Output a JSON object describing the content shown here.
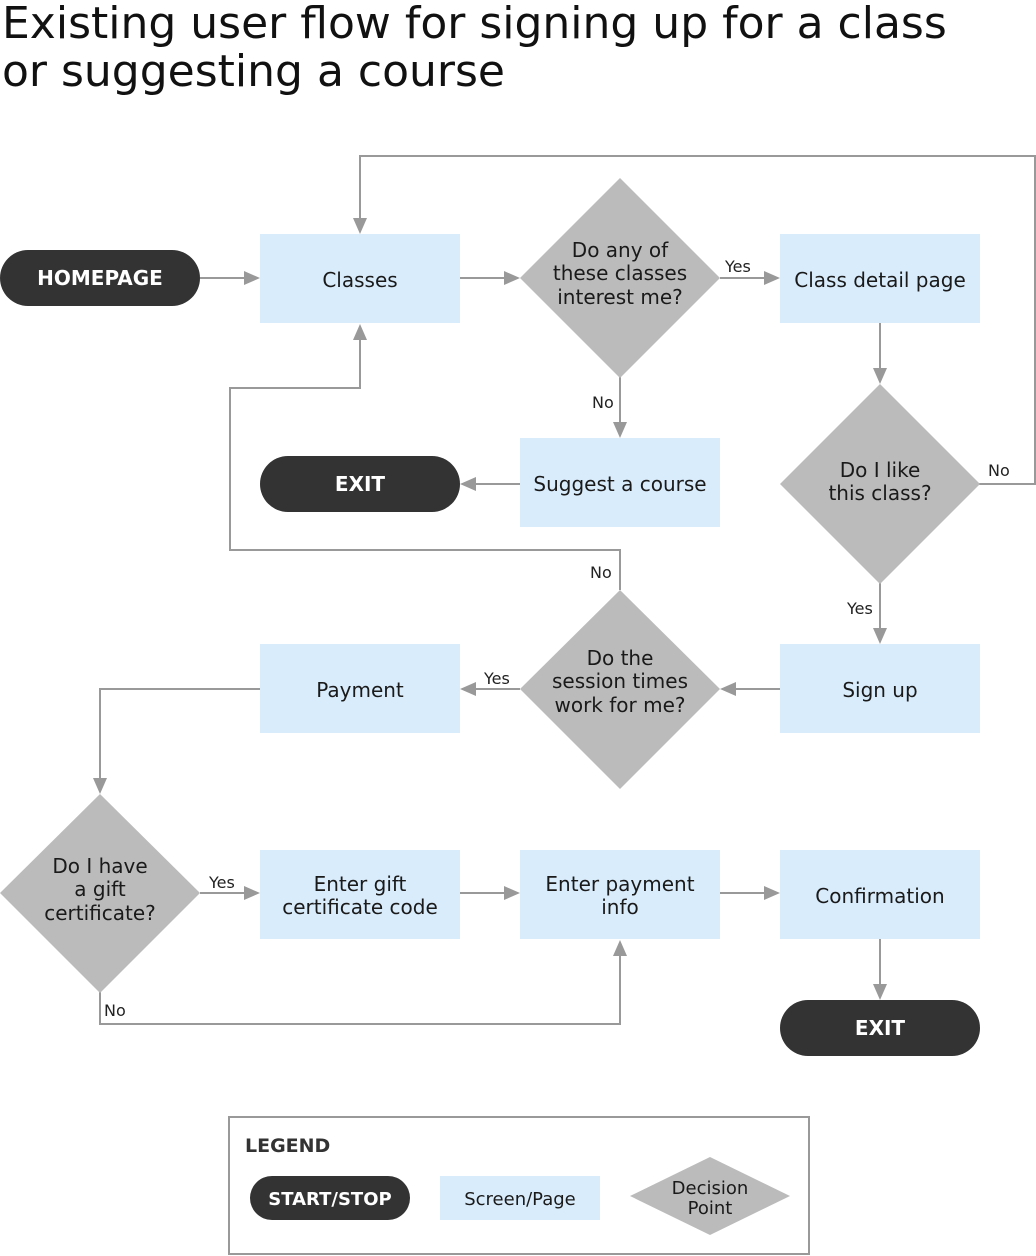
{
  "title": {
    "line1": "Existing user flow for signing up for a class",
    "line2": "or suggesting a course"
  },
  "colors": {
    "terminal": "#333333",
    "screen": "#d9ecfb",
    "decision": "#bbbbbb",
    "connector": "#999999"
  },
  "nodes": {
    "homepage": "HOMEPAGE",
    "classes": "Classes",
    "interest": [
      "Do any of",
      "these classes",
      "interest me?"
    ],
    "class_detail": "Class detail page",
    "suggest": "Suggest a course",
    "exit_top": "EXIT",
    "like_class": [
      "Do I like",
      "this class?"
    ],
    "sign_up": "Sign up",
    "session_times": [
      "Do the",
      "session times",
      "work for me?"
    ],
    "payment": "Payment",
    "gift_cert": [
      "Do I have",
      "a gift",
      "certificate?"
    ],
    "enter_gift": [
      "Enter gift",
      "certificate code"
    ],
    "enter_payment": [
      "Enter payment",
      "info"
    ],
    "confirmation": "Confirmation",
    "exit_bottom": "EXIT"
  },
  "edge_labels": {
    "interest_yes": "Yes",
    "interest_no": "No",
    "like_no": "No",
    "like_yes": "Yes",
    "session_yes": "Yes",
    "session_no": "No",
    "gift_yes": "Yes",
    "gift_no": "No"
  },
  "legend": {
    "title": "LEGEND",
    "start_stop": "START/STOP",
    "screen_page": "Screen/Page",
    "decision": [
      "Decision",
      "Point"
    ]
  }
}
